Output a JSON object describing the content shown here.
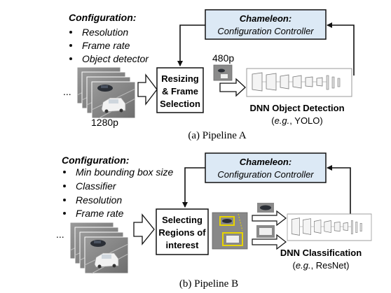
{
  "pipeline_a": {
    "config_title": "Configuration:",
    "config_items": [
      "Resolution",
      "Frame rate",
      "Object detector"
    ],
    "controller_title": "Chameleon:",
    "controller_subtitle": "Configuration Controller",
    "input_resolution": "1280p",
    "resized_resolution": "480p",
    "step_lines": [
      "Resizing",
      "& Frame",
      "Selection"
    ],
    "dnn_title": "DNN Object Detection",
    "dnn_example_prefix": "e.g.",
    "dnn_example_name": ", YOLO)",
    "caption": "(a) Pipeline A"
  },
  "pipeline_b": {
    "config_title": "Configuration:",
    "config_items": [
      "Min bounding box size",
      "Classifier",
      "Resolution",
      "Frame rate"
    ],
    "controller_title": "Chameleon:",
    "controller_subtitle": "Configuration Controller",
    "step_lines": [
      "Selecting",
      "Regions of",
      "interest"
    ],
    "dnn_title": "DNN Classification",
    "dnn_example_prefix": "e.g.",
    "dnn_example_name": ", ResNet)",
    "caption": "(b) Pipeline B"
  },
  "ellipsis": "...",
  "colors": {
    "controller_fill": "#dce9f5",
    "roi_highlight": "#e8d400",
    "stroke": "#111111"
  }
}
